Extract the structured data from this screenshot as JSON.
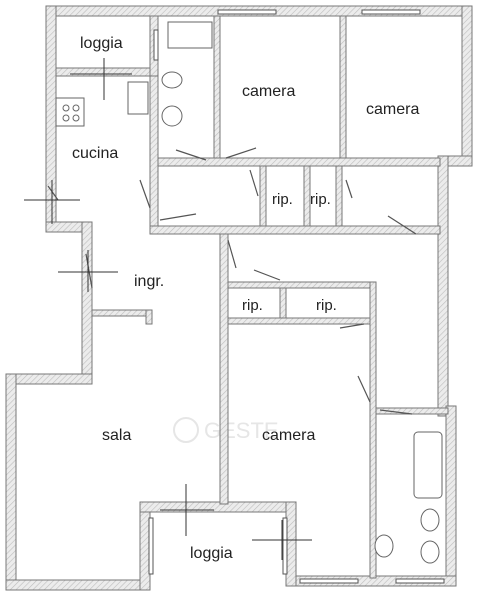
{
  "rooms": {
    "loggia_top": "loggia",
    "cucina": "cucina",
    "camera_1": "camera",
    "camera_2": "camera",
    "rip_1": "rip.",
    "rip_2": "rip.",
    "ingresso": "ingr.",
    "rip_3": "rip.",
    "rip_4": "rip.",
    "sala": "sala",
    "camera_3": "camera",
    "loggia_bottom": "loggia"
  },
  "watermark": "GESTE",
  "colors": {
    "wall": "#d8d8d8",
    "line": "#777777",
    "text": "#222222"
  }
}
